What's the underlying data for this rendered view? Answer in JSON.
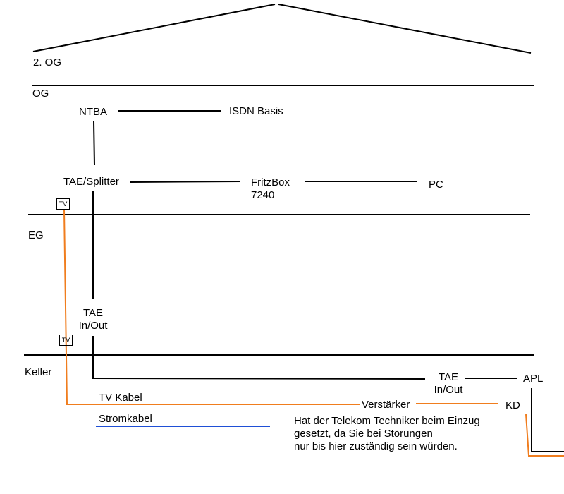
{
  "floors": {
    "og2": "2. OG",
    "og": "OG",
    "eg": "EG",
    "keller": "Keller"
  },
  "devices": {
    "ntba": "NTBA",
    "isdn": "ISDN Basis",
    "tae_splitter": "TAE/Splitter",
    "fritzbox_line1": "FritzBox",
    "fritzbox_line2": "7240",
    "pc": "PC",
    "tae_eg_line1": "TAE",
    "tae_eg_line2": "In/Out",
    "tae_keller_line1": "TAE",
    "tae_keller_line2": "In/Out",
    "apl": "APL",
    "kd": "KD",
    "verstaerker": "Verstärker",
    "tv_upper": "TV",
    "tv_lower": "TV"
  },
  "legend": {
    "tv_kabel": "TV Kabel",
    "stromkabel": "Stromkabel"
  },
  "note": {
    "line1": "Hat der Telekom Techniker beim Einzug",
    "line2": "gesetzt, da Sie bei Störungen",
    "line3": "nur bis hier zuständig sein würden."
  },
  "colors": {
    "line": "#000000",
    "tv_cable": "#f07d1e",
    "power_cable": "#1f4fd6"
  }
}
